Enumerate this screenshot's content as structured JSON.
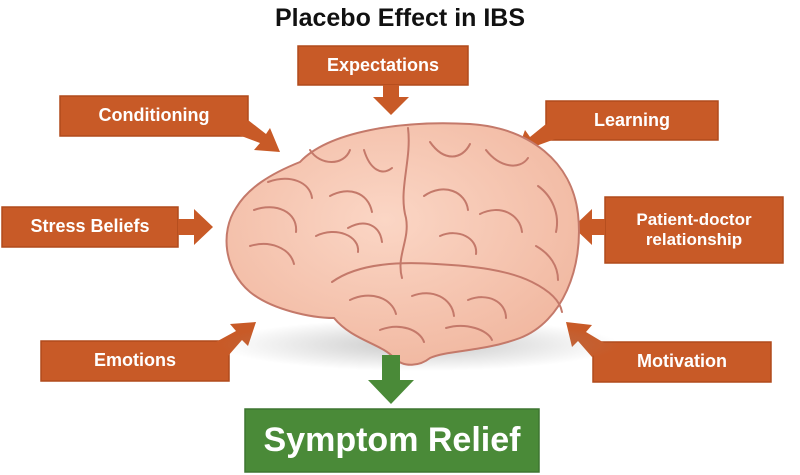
{
  "title": "Placebo Effect in IBS",
  "factors": {
    "expectations": "Expectations",
    "conditioning": "Conditioning",
    "learning": "Learning",
    "stress_beliefs": "Stress Beliefs",
    "patient_doctor_line1": "Patient-doctor",
    "patient_doctor_line2": "relationship",
    "emotions": "Emotions",
    "motivation": "Motivation"
  },
  "result": "Symptom Relief",
  "icons": {
    "center": "brain-icon"
  },
  "colors": {
    "factor_fill": "#c85a27",
    "factor_edge": "#b04a1c",
    "result_fill": "#4a8a38",
    "brain_fill": "#f6c4b0",
    "brain_line": "#c4796a"
  }
}
